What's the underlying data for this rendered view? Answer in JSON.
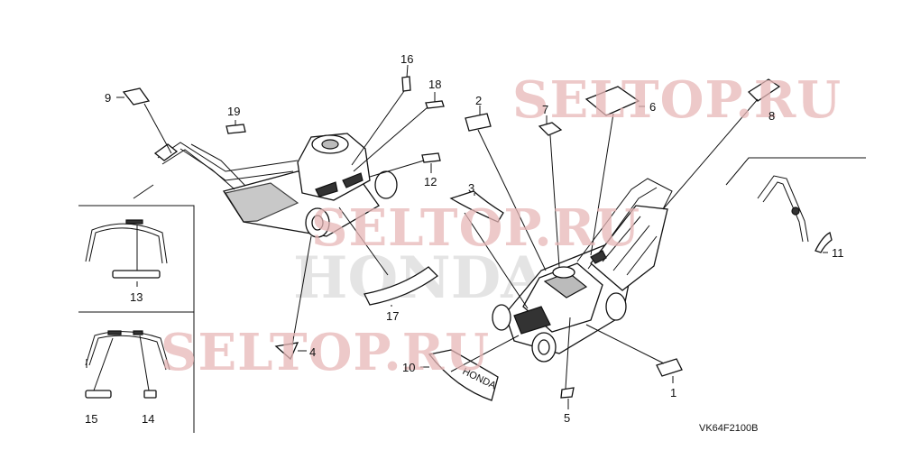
{
  "watermarks": [
    "SELTOP.RU",
    "SELTOP.RU",
    "SELTOP.RU"
  ],
  "ghost_brand": "HONDA",
  "decal_brand_text": "HONDA",
  "drawing_code": "VK64F2100B",
  "callouts": {
    "c1": "1",
    "c2": "2",
    "c3": "3",
    "c4": "4",
    "c5": "5",
    "c6": "6",
    "c7": "7",
    "c8": "8",
    "c9": "9",
    "c10": "10",
    "c11": "11",
    "c12": "12",
    "c13": "13",
    "c14": "14",
    "c15": "15",
    "c16": "16",
    "c17": "17",
    "c18": "18",
    "c19": "19"
  }
}
